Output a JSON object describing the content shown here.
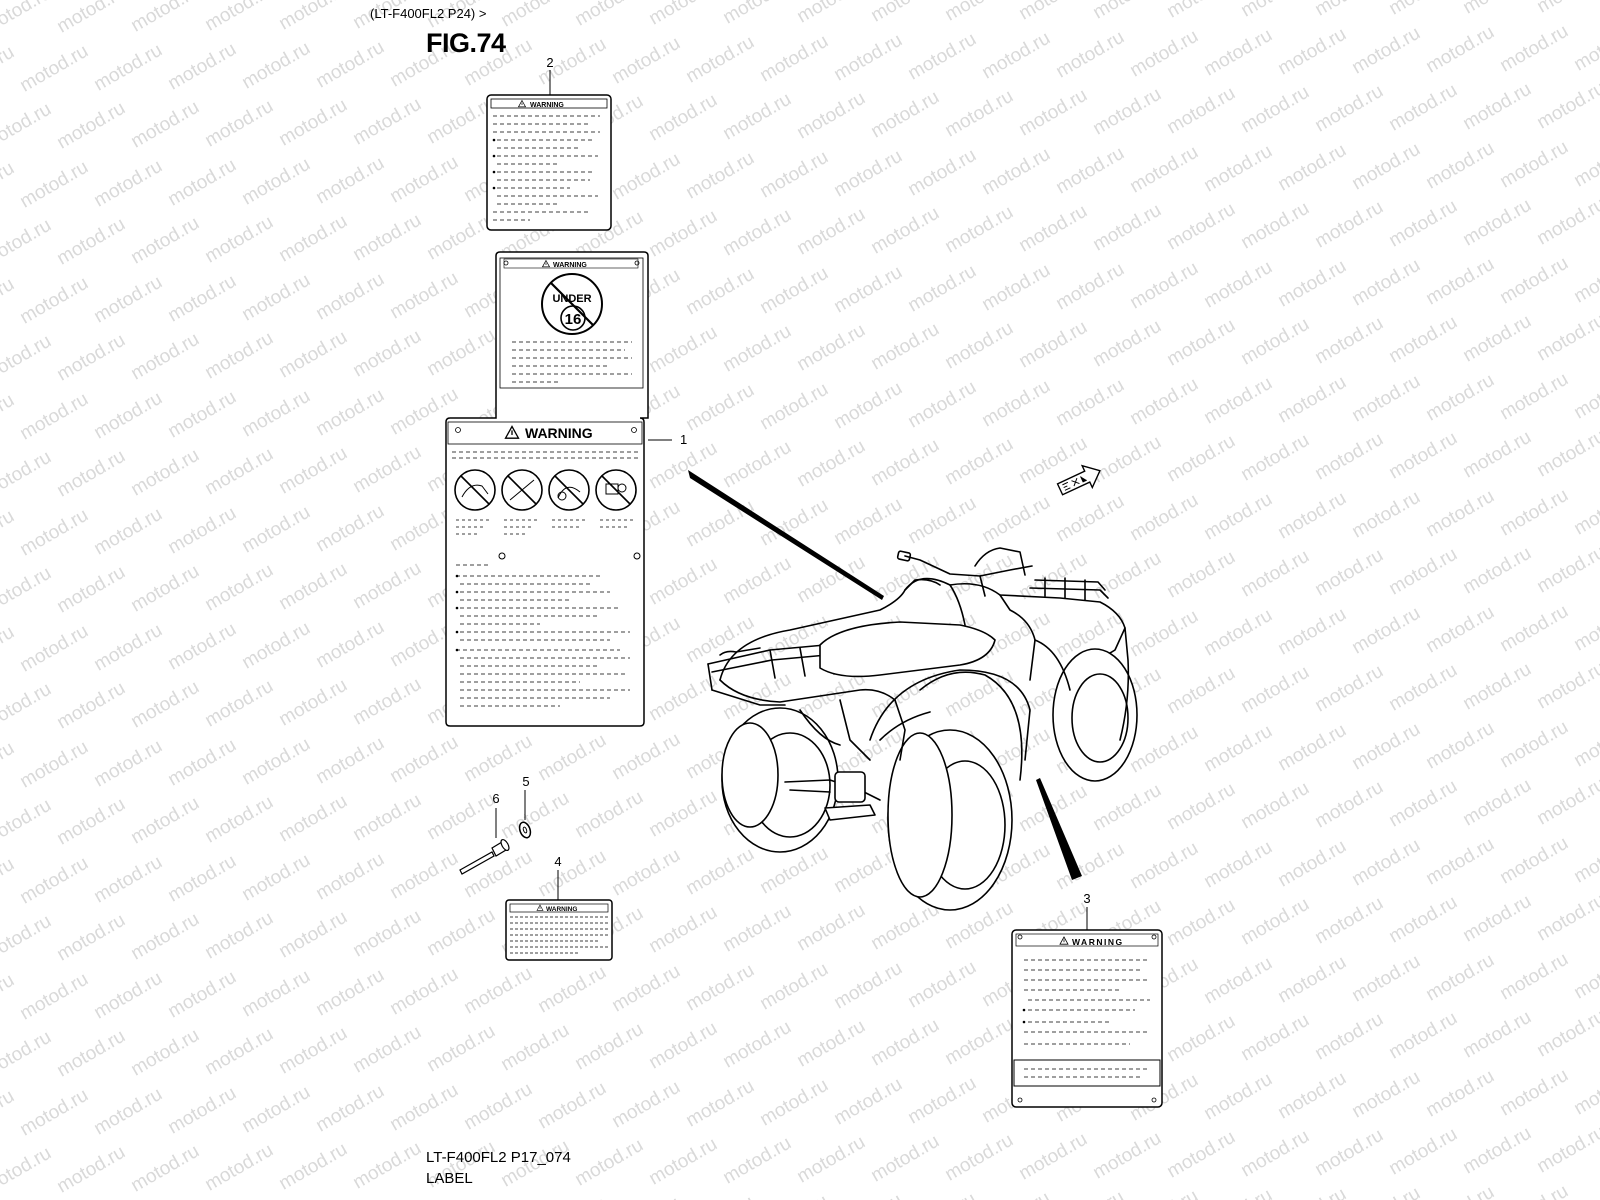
{
  "header": {
    "subtitle": "(LT-F400FL2 P24) >",
    "figure_title": "FIG.74"
  },
  "footer": {
    "diagram_code": "LT-F400FL2 P17_074",
    "diagram_name": "LABEL"
  },
  "callouts": [
    "1",
    "2",
    "3",
    "4",
    "5",
    "6"
  ],
  "labels": {
    "warning": "WARNING",
    "age_top": "UNDER",
    "age_num": "16"
  },
  "watermark": {
    "text": "motod.ru",
    "color": "#d9d9d9"
  },
  "icons": [
    "warning-triangle-icon",
    "front-arrow-icon"
  ]
}
